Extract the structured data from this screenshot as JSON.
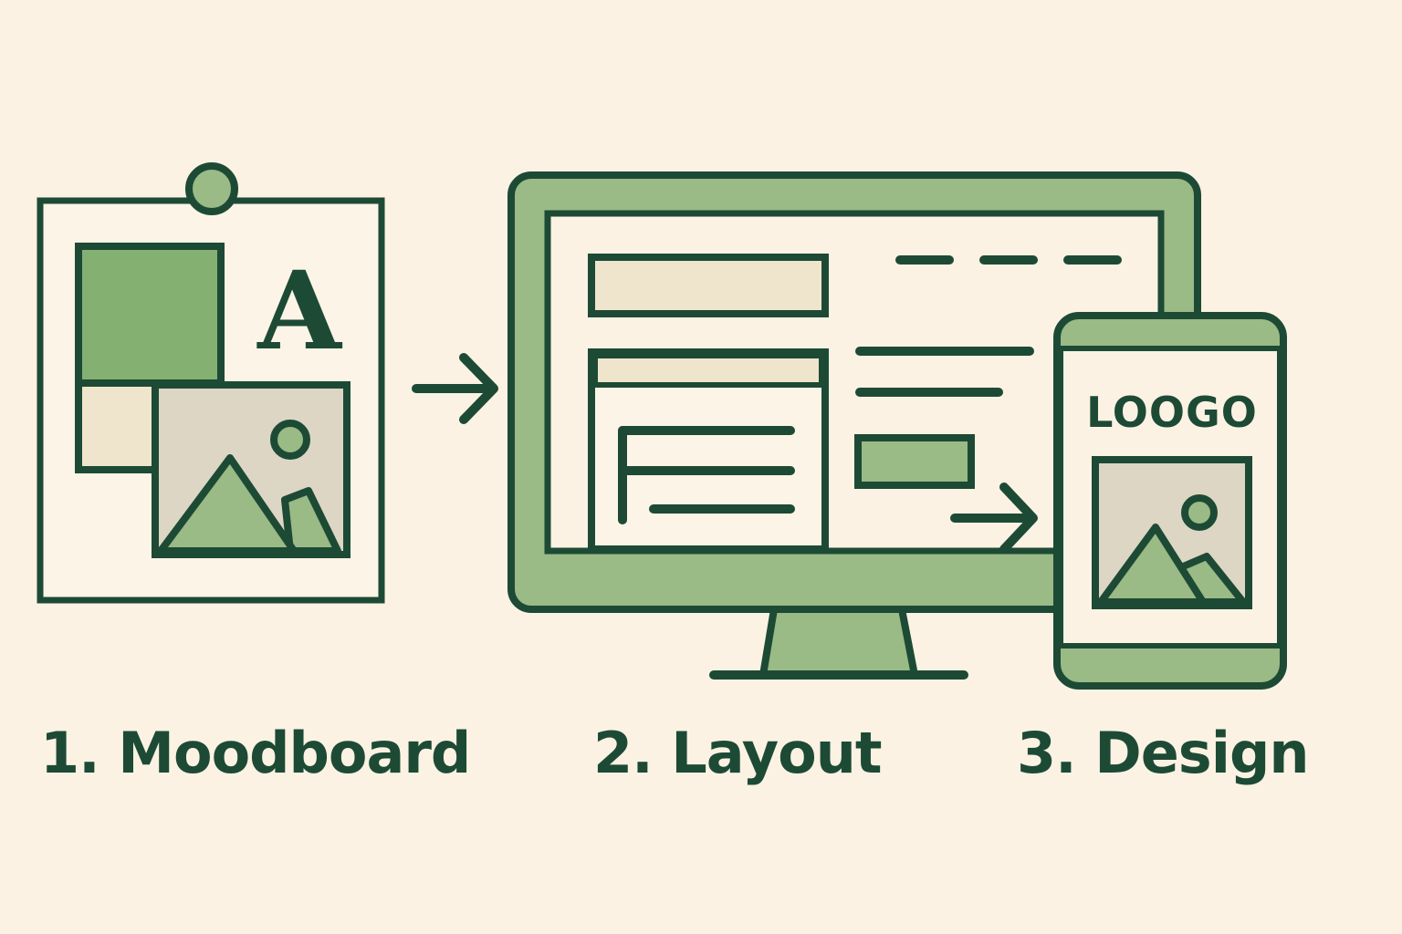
{
  "moodboard": {
    "typography_sample": "A"
  },
  "phone": {
    "logo_text": "LOOGO"
  },
  "steps": [
    {
      "label": "1. Moodboard"
    },
    {
      "label": "2. Layout"
    },
    {
      "label": "3. Design"
    }
  ],
  "colors": {
    "background": "#fbf2e3",
    "ink": "#1d4a35",
    "green": "#9aba86",
    "green_mid": "#84b072",
    "beige": "#efe4cc",
    "gray_beige": "#ddd6c4"
  }
}
